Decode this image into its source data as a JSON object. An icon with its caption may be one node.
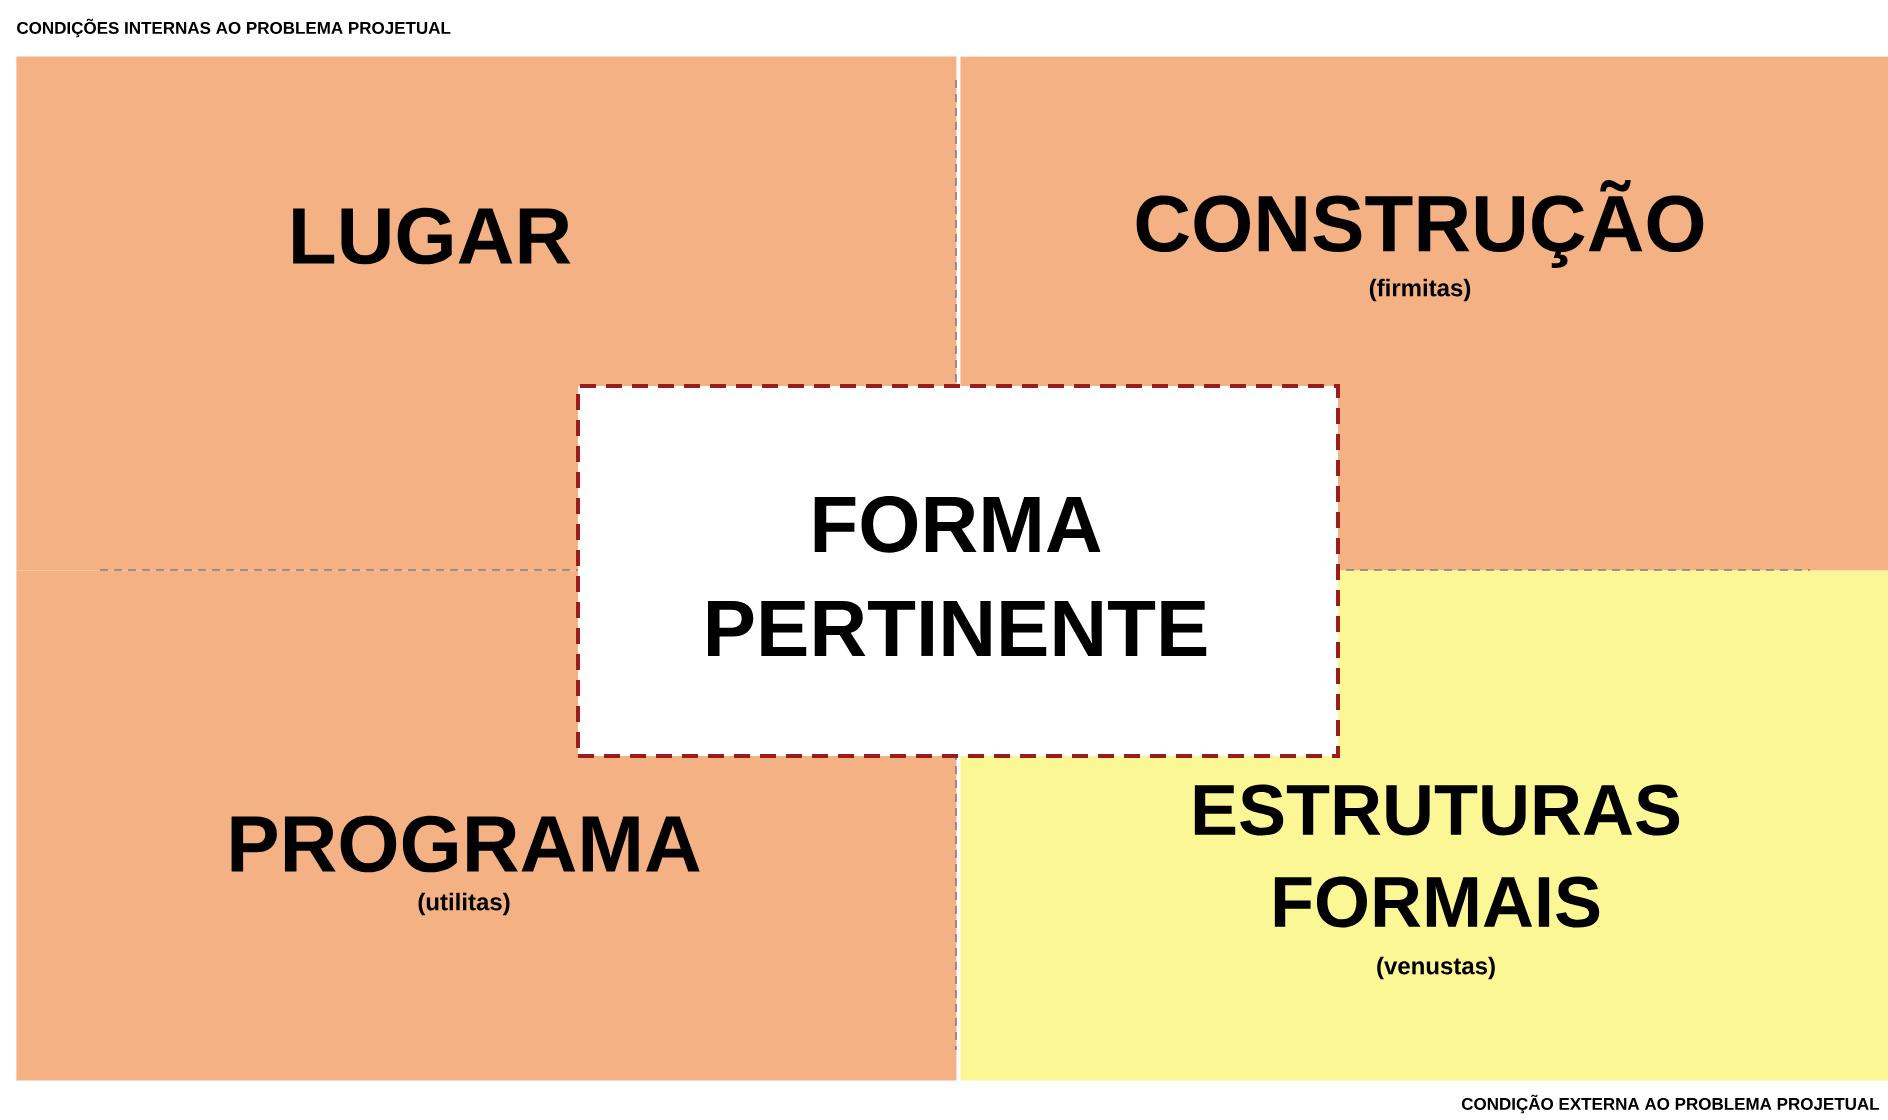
{
  "diagram": {
    "nodes": [
      {
        "text": [
          "LUGAR"
        ]
      },
      {
        "text": [
          "CONSTRUÇÃO",
          "(firmitas)"
        ]
      },
      {
        "text": [
          "FORMA PERTINENTE"
        ]
      },
      {
        "text": [
          "PROGRAMA",
          "(utilitas)"
        ]
      },
      {
        "text": [
          "ESTRUTURAS FORMAIS",
          "(venustas)"
        ],
        "beside": [
          "CONDIÇÃO EXTERNA AO PROBLEMA PROJETUAL"
        ]
      }
    ],
    "labels": [
      "CONDIÇÕES INTERNAS AO PROBLEMA PROJETUAL"
    ]
  }
}
